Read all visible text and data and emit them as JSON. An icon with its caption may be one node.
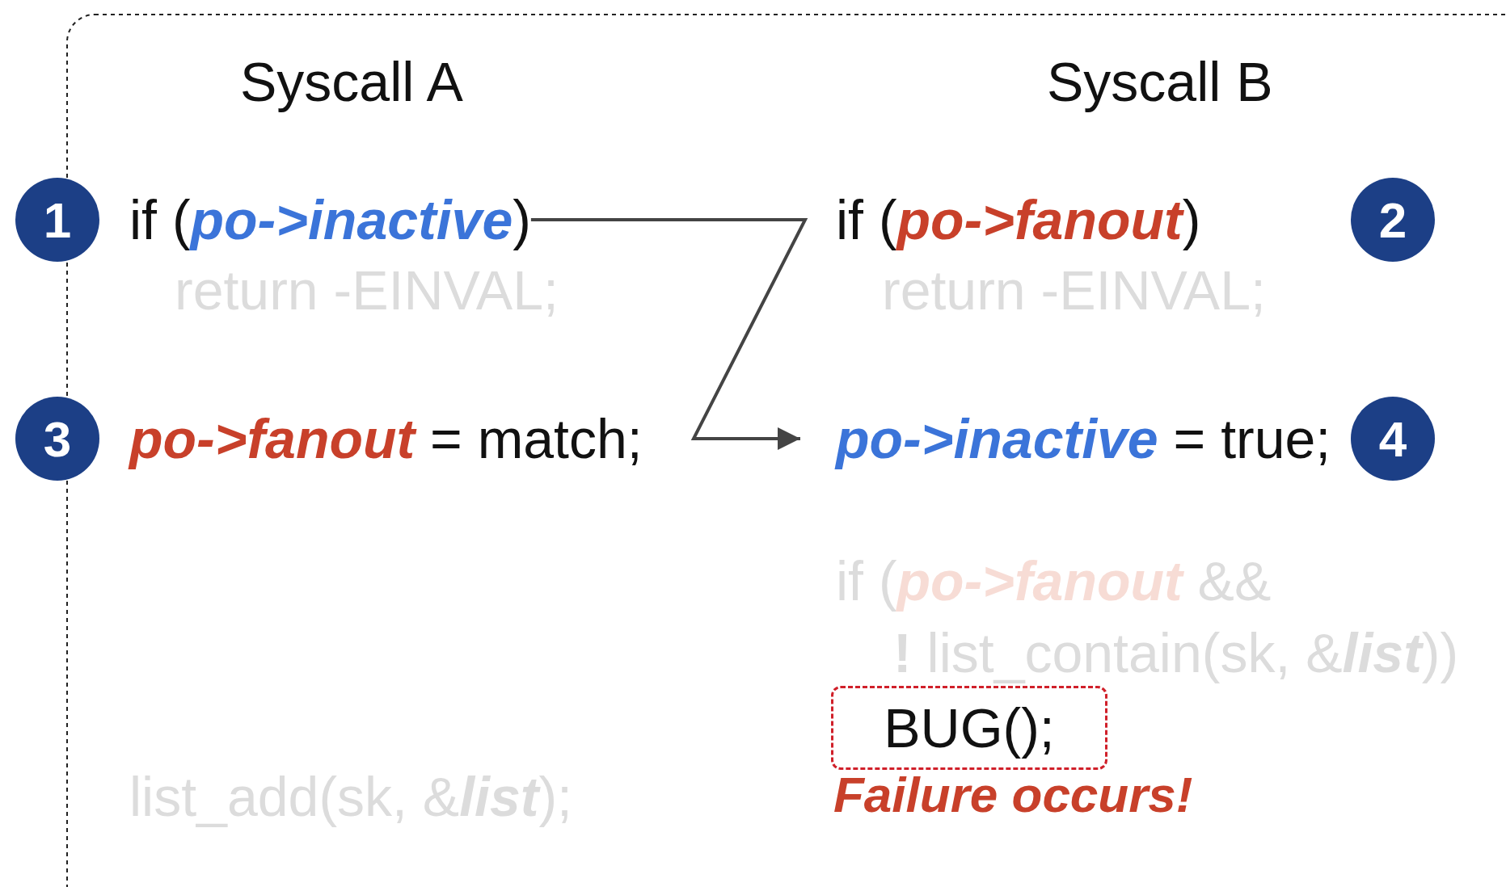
{
  "diagram": {
    "nodes": [
      {
        "text": [
          "1"
        ]
      },
      {
        "text": [
          "if (*po->inactive*)"
        ]
      },
      {
        "text": [
          "2"
        ]
      },
      {
        "text": [
          "if (*po->fanout*)"
        ]
      },
      {
        "text": [
          "3"
        ]
      },
      {
        "text": [
          "*po->fanout* = match;"
        ]
      },
      {
        "text": [
          "*po->inactive* = true;"
        ]
      },
      {
        "text": [
          "4"
        ]
      },
      {
        "text": [
          "BUG();"
        ],
        "beside": [
          "Failure occurs!"
        ]
      }
    ],
    "edges": [
      {
        "from": 1,
        "to": 6,
        "arrow": "to"
      }
    ],
    "labels": [
      "Syscall A",
      "Syscall B",
      "return -EINVAL;",
      "return -EINVAL;",
      "if (*po->fanout* &&",
      "**!** list_contain(sk, &*list*))",
      "list_add(sk, &*list*);"
    ]
  }
}
